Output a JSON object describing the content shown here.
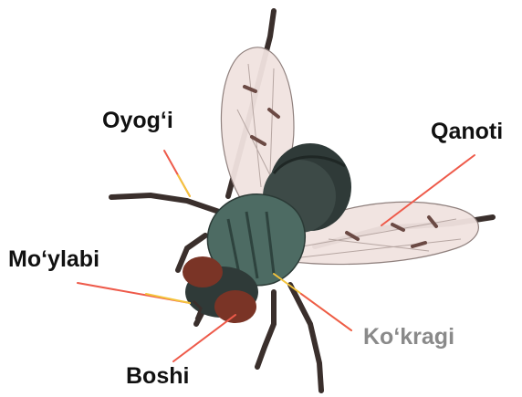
{
  "labels": {
    "legs": "Oyog‘i",
    "wing": "Qanoti",
    "mouthparts": "Mo‘ylabi",
    "thorax": "Ko‘kragi",
    "head": "Boshi"
  },
  "colors": {
    "label_text": "#111111",
    "thorax_label_text": "#8a8a8a",
    "leader_line": "#ee5a4a",
    "leader_line_accent": "#f4c43c",
    "body": "#4d6b63",
    "abdomen": "#2f3a38",
    "eyes": "#7a3426",
    "wing_membrane": "#f1e3e0",
    "legs": "#3a2f2c"
  }
}
